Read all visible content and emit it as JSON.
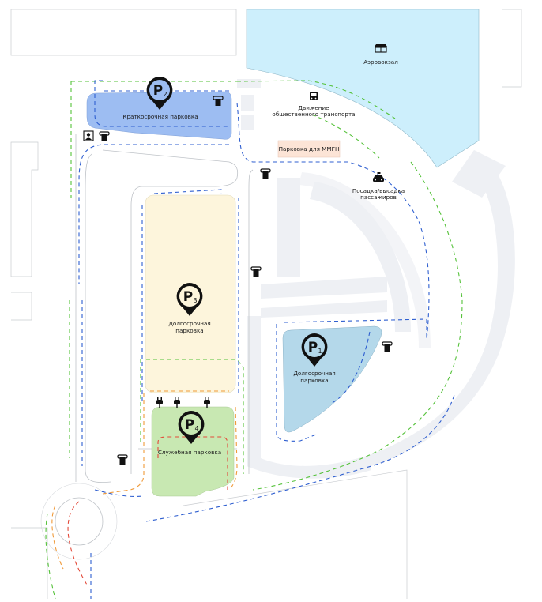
{
  "map": {
    "terminal": {
      "label": "Аэровокзал",
      "icon": "terminal-building-icon",
      "color": "#cdeffc"
    },
    "transit": {
      "line1": "Движение",
      "line2": "общественного транспорта",
      "icon": "bus-icon"
    },
    "mmgn": {
      "label": "Парковка для ММГН",
      "color": "#fce4d6"
    },
    "pickup": {
      "line1": "Посадка/высадка",
      "line2": "пассажиров",
      "icon": "taxi-icon"
    },
    "parkings": {
      "p1": {
        "letter": "P",
        "number": "1",
        "line1": "Долгосрочная",
        "line2": "парковка",
        "color": "#b4d8ea"
      },
      "p2": {
        "letter": "P",
        "number": "2",
        "label": "Краткосрочная парковка",
        "color": "#9dbdf2"
      },
      "p3": {
        "letter": "P",
        "number": "3",
        "line1": "Долгосрочная",
        "line2": "парковка",
        "color": "#fdf5dc"
      },
      "p4": {
        "letter": "P",
        "number": "4",
        "label": "Служебная парковка",
        "color": "#c8e8b2"
      }
    },
    "route_colors": {
      "blue": "#2f5fd0",
      "green": "#55c23a",
      "orange": "#f09a3a",
      "red": "#e34a3a"
    }
  }
}
